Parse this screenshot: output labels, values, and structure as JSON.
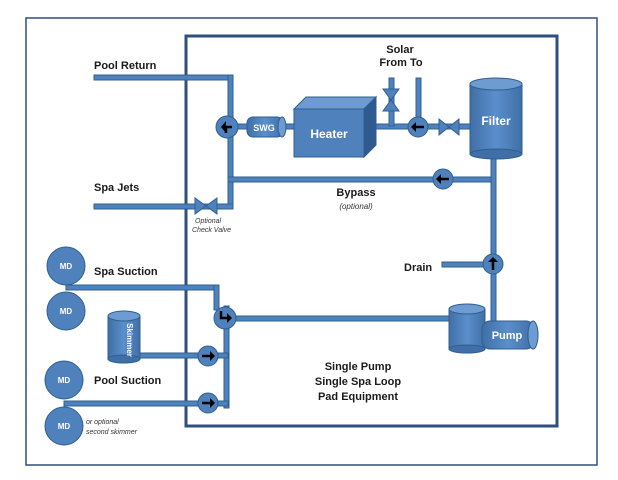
{
  "title_lines": [
    "Single Pump",
    "Single Spa Loop",
    "Pad Equipment"
  ],
  "labels": {
    "pool_return": "Pool Return",
    "spa_jets": "Spa Jets",
    "spa_suction": "Spa Suction",
    "pool_suction": "Pool Suction",
    "solar_line1": "Solar",
    "solar_line2": "From To",
    "bypass": "Bypass",
    "bypass_note": "(optional)",
    "drain": "Drain",
    "check_valve_line1": "Optional",
    "check_valve_line2": "Check Valve",
    "second_skimmer_line1": "or optional",
    "second_skimmer_line2": "second skimmer"
  },
  "equipment": {
    "swg": "SWG",
    "heater": "Heater",
    "filter": "Filter",
    "pump": "Pump",
    "skimmer": "Skimmer",
    "md": "MD"
  },
  "colors": {
    "pipe": "#4f81bd",
    "pipe_stroke": "#2f5f8f",
    "box": "#2f4f7f",
    "frame": "#2f4f7f",
    "arrow": "#000000"
  }
}
